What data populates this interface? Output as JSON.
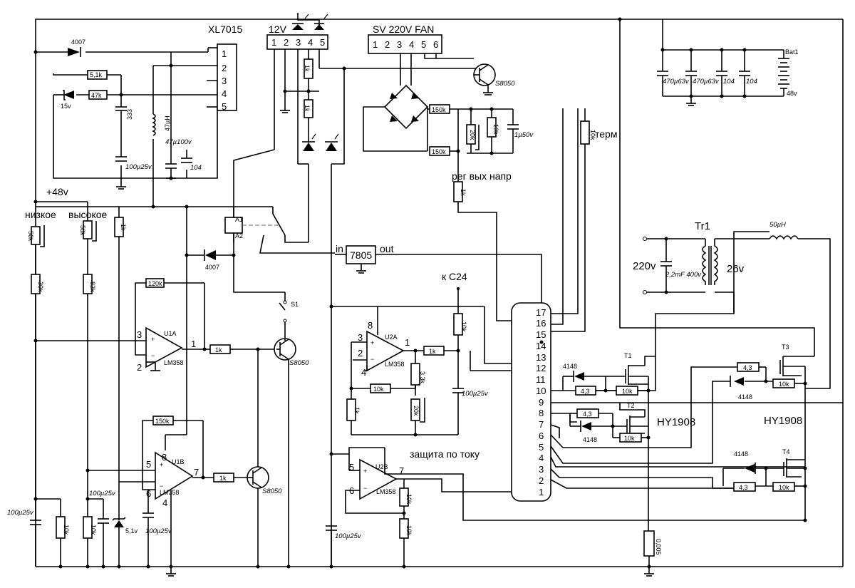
{
  "connectors": {
    "xl7015": {
      "title": "XL7015",
      "pins": [
        "1",
        "2",
        "3",
        "4",
        "5"
      ]
    },
    "power12v": {
      "title": "12V",
      "pins": [
        "1",
        "2",
        "3",
        "4",
        "5"
      ]
    },
    "sv": {
      "title": "SV  220V  FAN",
      "pins": [
        "1",
        "2",
        "3",
        "4",
        "5",
        "6"
      ]
    },
    "main17": {
      "pins": [
        "17",
        "16",
        "15",
        "14",
        "13",
        "12",
        "11",
        "10",
        "9",
        "8",
        "7",
        "6",
        "5",
        "4",
        "3",
        "2",
        "1"
      ]
    }
  },
  "labels": {
    "v48": "+48v",
    "low": "низкое",
    "high": "высокое",
    "reg_out": "рег вых напр",
    "term": "терм",
    "in": "in",
    "out": "out",
    "reg7805": "7805",
    "kc24": "к С24",
    "current_protect": "защита по току",
    "tr1": "Tr1",
    "v220": "220v",
    "v26": "26v",
    "l50uh": "50µH",
    "bat1": "Bat1",
    "v48b": "48v",
    "hy1": "HY1908",
    "hy2": "HY1908",
    "s1": "S1",
    "a1": "A1",
    "a2": "A2"
  },
  "ics": {
    "u1a": {
      "name": "U1A",
      "part": "LM358",
      "p_plus": "3",
      "p_minus": "2",
      "p_out": "1"
    },
    "u1b": {
      "name": "U1B",
      "part": "LM358",
      "p_plus": "5",
      "p_minus": "6",
      "p_out": "7",
      "p_vcc": "8",
      "p_gnd": "4"
    },
    "u2a": {
      "name": "U2A",
      "part": "LM358",
      "p_plus": "3",
      "p_minus": "2",
      "p_out": "1",
      "p_vcc": "8",
      "p_gnd": "4"
    },
    "u2b": {
      "name": "U2B",
      "part": "LM358",
      "p_plus": "5",
      "p_minus": "6",
      "p_out": "7"
    }
  },
  "transistors": {
    "q1": "S8050",
    "q2": "S8050",
    "q3": "S8050",
    "t1": "T1",
    "t2": "T2",
    "t3": "T3",
    "t4": "T4"
  },
  "diodes": {
    "d4007a": "4007",
    "d4007b": "4007",
    "z15": "15v",
    "z51": "5,1v",
    "d4148a": "4148",
    "d4148b": "4148",
    "d4148c": "4148",
    "d4148d": "4148"
  },
  "resistors": {
    "r51k": "5,1k",
    "r47k": "47k",
    "r1k_a": "1k",
    "r1k_b": "1k",
    "r1k_c": "1k",
    "r120k": "120k",
    "r1k_u1a": "1k",
    "r150k_u1b": "150k",
    "r1k_u1b": "1k",
    "r50k_a": "50k",
    "r50k_b": "50k",
    "r30k": "30k",
    "r82k": "82k",
    "r10k_a": "10k",
    "r10k_b": "10k",
    "r150k_a": "150k",
    "r150k_b": "150k",
    "r20k_a": "20k",
    "r10k_c": "10k",
    "r1k_reg": "1k",
    "r10k_term": "10k",
    "r10k_c24": "10k",
    "r1k_u2a": "1k",
    "r10k_u2a": "10k",
    "r33k": "3,3k",
    "r20k_b": "20k",
    "r1k_u2a2": "1k",
    "r10k_u2b_a": "10k",
    "r10k_u2b_b": "10k",
    "r43_t1": "4,3",
    "r10k_t1": "10k",
    "r43_t2": "4,3",
    "r10k_t2": "10k",
    "r43_t3": "4,3",
    "r10k_t3": "10k",
    "r43_t4": "4,3",
    "r10k_t4": "10k",
    "r0005": "0,005"
  },
  "capacitors": {
    "c333": "333",
    "c47uh": "47µH",
    "c47u100": "47µ100v",
    "c100u25a": "100µ25v",
    "c104a": "104",
    "c1u50": "1µ50v",
    "c100u25b": "100µ25v",
    "c100u25c": "100µ25v",
    "c100u25d": "100µ25v",
    "c100u25e": "100µ25v",
    "c100u25f": "100µ25v",
    "c470a": "470µ63v",
    "c470b": "470µ63v",
    "c104b": "104",
    "c104c": "104",
    "c22mf": "2,2mF 400v"
  }
}
